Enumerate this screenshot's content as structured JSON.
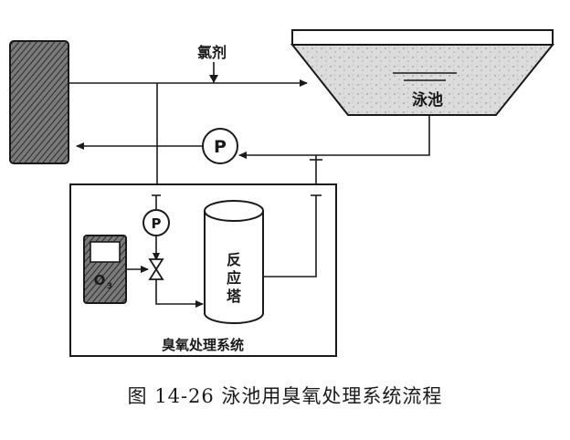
{
  "labels": {
    "chlorine": "氯剂",
    "pool": "泳池",
    "pump_main": "P",
    "pump_small": "P",
    "ozone": "O",
    "ozone_sub": "3",
    "tower_line1": "反",
    "tower_line2": "应",
    "tower_line3": "塔",
    "system": "臭氧处理系统"
  },
  "caption": "图 14-26 泳池用臭氧处理系统流程",
  "colors": {
    "ink": "#1a1a1a",
    "paper": "#ffffff",
    "hatch": "#5a5a5a"
  }
}
